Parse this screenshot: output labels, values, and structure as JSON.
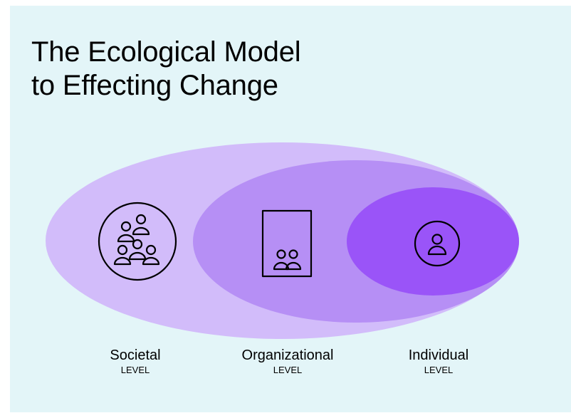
{
  "title": {
    "line1": "The Ecological Model",
    "line2": "to Effecting Change"
  },
  "levels": [
    {
      "name": "Societal",
      "sub": "LEVEL",
      "color": "#d2bcfa",
      "icon": "group-of-people-in-circle-icon"
    },
    {
      "name": "Organizational",
      "sub": "LEVEL",
      "color": "#b68ff5",
      "icon": "people-in-building-icon"
    },
    {
      "name": "Individual",
      "sub": "LEVEL",
      "color": "#9a54f8",
      "icon": "single-person-in-circle-icon"
    }
  ],
  "colors": {
    "background": "#e3f5f8",
    "ink": "#000000"
  }
}
